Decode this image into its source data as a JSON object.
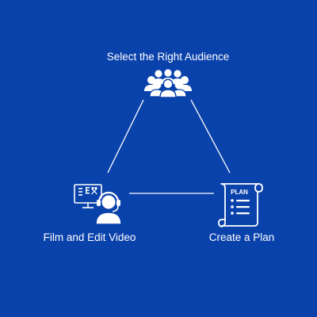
{
  "colors": {
    "background": "#0a42ab",
    "foreground": "#ffffff"
  },
  "nodes": [
    {
      "id": "audience",
      "label": "Select the Right Audience",
      "icon": "audience-group-icon"
    },
    {
      "id": "film",
      "label": "Film and Edit Video",
      "icon": "video-editor-headset-icon"
    },
    {
      "id": "plan",
      "label": "Create a Plan",
      "icon": "plan-scroll-icon"
    }
  ],
  "plan_icon_text": "PLAN",
  "edges": [
    {
      "from": "audience",
      "to": "film"
    },
    {
      "from": "audience",
      "to": "plan"
    },
    {
      "from": "film",
      "to": "plan"
    }
  ]
}
